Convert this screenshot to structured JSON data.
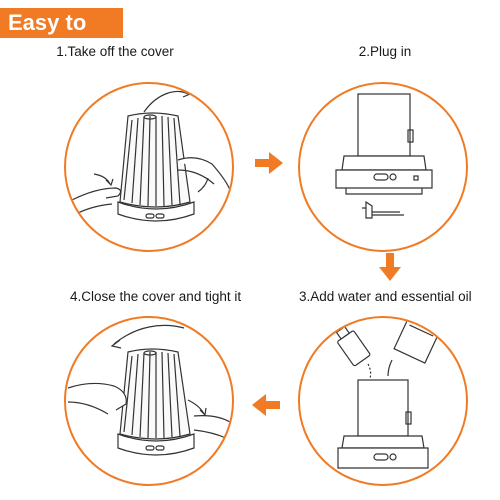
{
  "banner": {
    "title": "Easy to use"
  },
  "steps": [
    {
      "caption": "1.Take off the cover"
    },
    {
      "caption": "2.Plug in"
    },
    {
      "caption": "3.Add water and essential oil"
    },
    {
      "caption": "4.Close the cover and tight it"
    }
  ],
  "colors": {
    "accent": "#f07b24",
    "line": "#333333"
  },
  "icons": [
    "diffuser-icon",
    "hand-icon",
    "power-plug-icon",
    "oil-bottle-icon",
    "water-cup-icon",
    "arrow-right-icon",
    "arrow-down-icon",
    "arrow-left-icon"
  ]
}
